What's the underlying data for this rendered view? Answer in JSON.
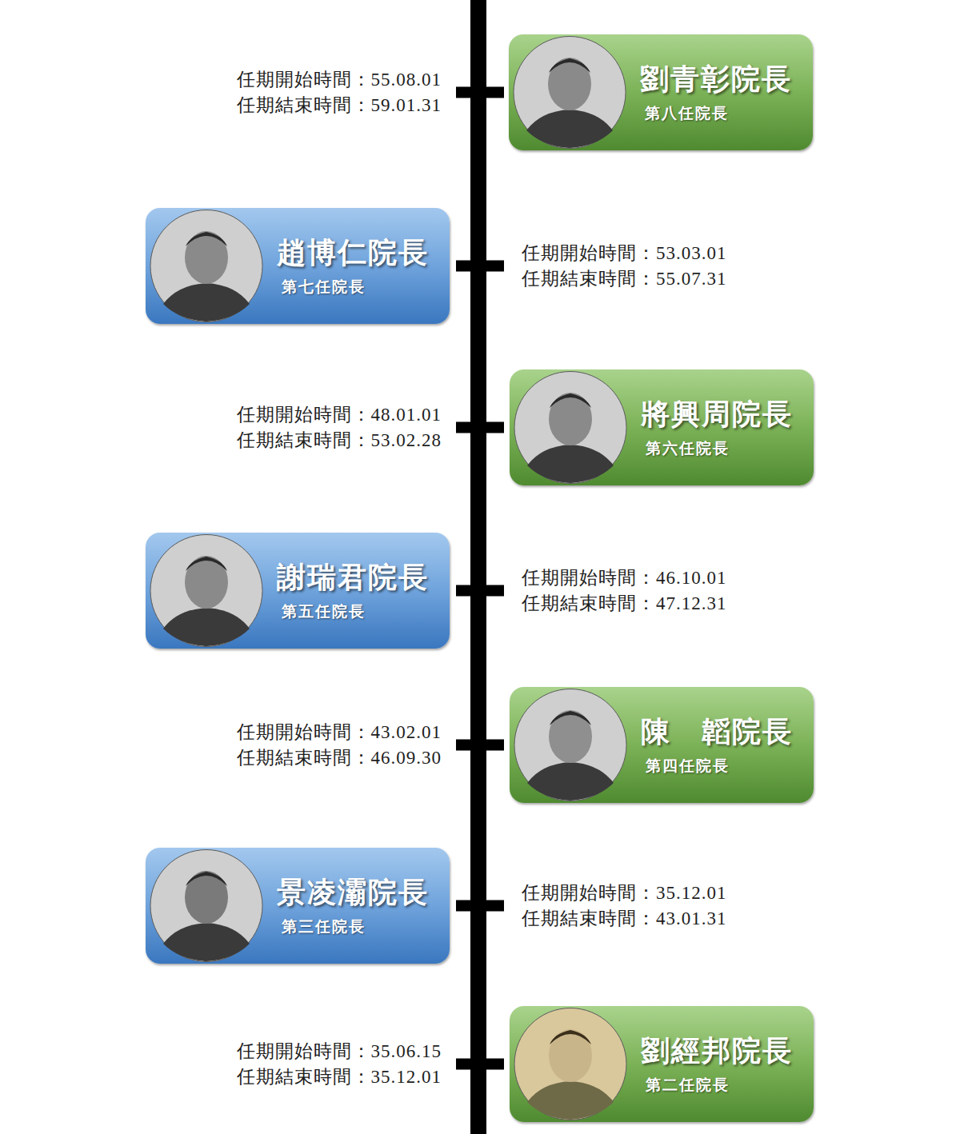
{
  "diagram": {
    "nodes": [
      {
        "text": [
          "劉青彰院長",
          "第八任院長"
        ]
      },
      {
        "text": [
          "趙博仁院長",
          "第七任院長"
        ]
      },
      {
        "text": [
          "將興周院長",
          "第六任院長"
        ]
      },
      {
        "text": [
          "謝瑞君院長",
          "第五任院長"
        ]
      },
      {
        "text": [
          "陳　韜院長",
          "第四任院長"
        ]
      },
      {
        "text": [
          "景凌灞院長",
          "第三任院長"
        ]
      },
      {
        "text": [
          "劉經邦院長",
          "第二任院長"
        ]
      }
    ],
    "labels": [
      "任期開始時間：55.08.01",
      "任期結束時間：59.01.31",
      "任期開始時間：53.03.01",
      "任期結束時間：55.07.31",
      "任期開始時間：48.01.01",
      "任期結束時間：53.02.28",
      "任期開始時間：46.10.01",
      "任期結束時間：47.12.31",
      "任期開始時間：43.02.01",
      "任期結束時間：46.09.30",
      "任期開始時間：35.12.01",
      "任期結束時間：43.01.31",
      "任期開始時間：35.06.15",
      "任期結束時間：35.12.01"
    ]
  }
}
